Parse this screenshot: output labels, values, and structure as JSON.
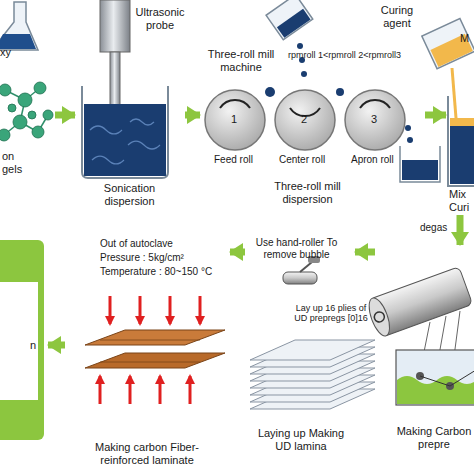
{
  "diagram": {
    "nodes": [
      {
        "text": [
          "xy",
          "on gels"
        ]
      },
      {
        "text": [
          "Ultrasonic probe",
          "Sonication dispersion"
        ]
      },
      {
        "text": [
          "Three-roll mill machine",
          "Three-roll mill dispersion"
        ]
      },
      {
        "text": [
          "Curing agent",
          "M",
          "Mix Curi"
        ]
      },
      {
        "text": [
          "Making Carbon prepre"
        ]
      },
      {
        "text": [
          "Use hand-roller To remove bubble",
          "Lay up 16 plies of UD prepregs [0]16",
          "Laying up Making UD lamina"
        ]
      },
      {
        "text": [
          "Out of autoclave",
          "Pressure : 5kg/cm²",
          "Temperature : 80~150 °C",
          "Making carbon Fiber-reinforced laminate"
        ]
      },
      {
        "text": [
          "n"
        ]
      }
    ],
    "edges": [
      {
        "from": 0,
        "to": 1,
        "arrow": "to"
      },
      {
        "from": 1,
        "to": 2,
        "arrow": "to"
      },
      {
        "from": 2,
        "to": 3,
        "arrow": "to"
      },
      {
        "from": 3,
        "to": 4,
        "arrow": "to"
      },
      {
        "from": 4,
        "to": 5,
        "arrow": "to"
      },
      {
        "from": 5,
        "to": 6,
        "arrow": "to"
      },
      {
        "from": 6,
        "to": 7,
        "arrow": "to"
      }
    ],
    "labels": [
      "rpmroll 1<rpmroll 2<rpmroll3",
      "1",
      "2",
      "3",
      "Feed roll",
      "Center roll",
      "Apron roll",
      "degas"
    ]
  }
}
